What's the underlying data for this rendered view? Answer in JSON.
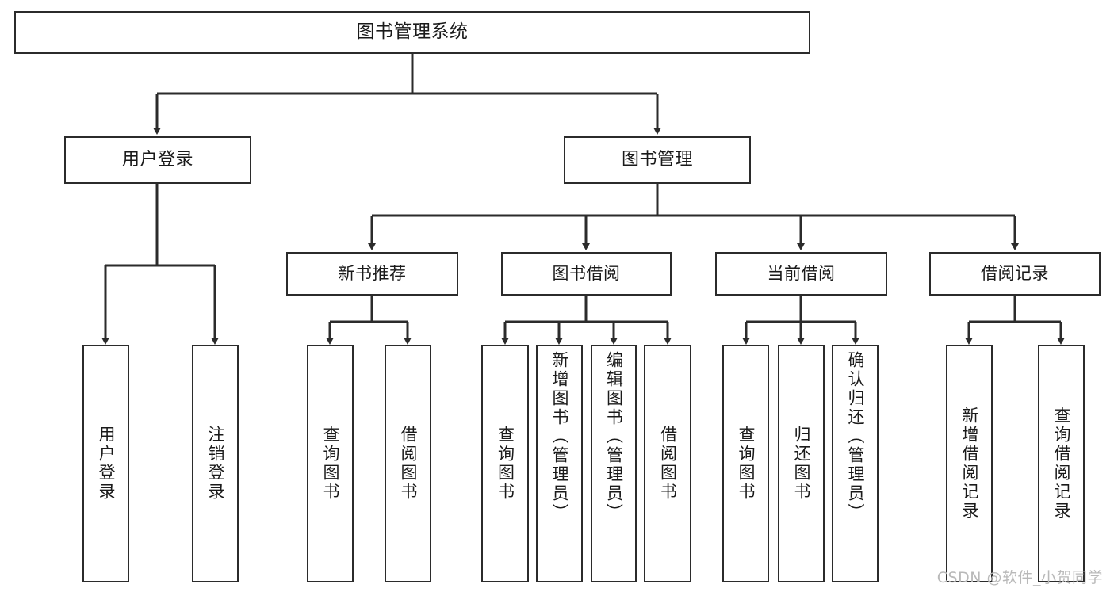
{
  "diagram": {
    "title": "图书管理系统",
    "type": "tree",
    "watermark": "CSDN @软件_小贺同学",
    "colors": {
      "box_border": "#2b2b2b",
      "box_fill": "#ffffff",
      "edge": "#2b2b2b",
      "text": "#1a1a1a",
      "watermark": "#b9b9b9",
      "background": "#ffffff"
    },
    "nodes": {
      "root": {
        "label": "图书管理系统"
      },
      "level2": [
        {
          "label": "用户登录"
        },
        {
          "label": "图书管理"
        }
      ],
      "level3": [
        {
          "label": "新书推荐"
        },
        {
          "label": "图书借阅"
        },
        {
          "label": "当前借阅"
        },
        {
          "label": "借阅记录"
        }
      ],
      "leaves": {
        "user_login": [
          {
            "label": "用户登录"
          },
          {
            "label": "注销登录"
          }
        ],
        "new_book": [
          {
            "label": "查询图书"
          },
          {
            "label": "借阅图书"
          }
        ],
        "borrow_book": [
          {
            "label": "查询图书"
          },
          {
            "label": "新增图书（管理员）"
          },
          {
            "label": "编辑图书（管理员）"
          },
          {
            "label": "借阅图书"
          }
        ],
        "current_borrow": [
          {
            "label": "查询图书"
          },
          {
            "label": "归还图书"
          },
          {
            "label": "确认归还（管理员）"
          }
        ],
        "borrow_record": [
          {
            "label": "新增借阅记录"
          },
          {
            "label": "查询借阅记录"
          }
        ]
      }
    }
  }
}
